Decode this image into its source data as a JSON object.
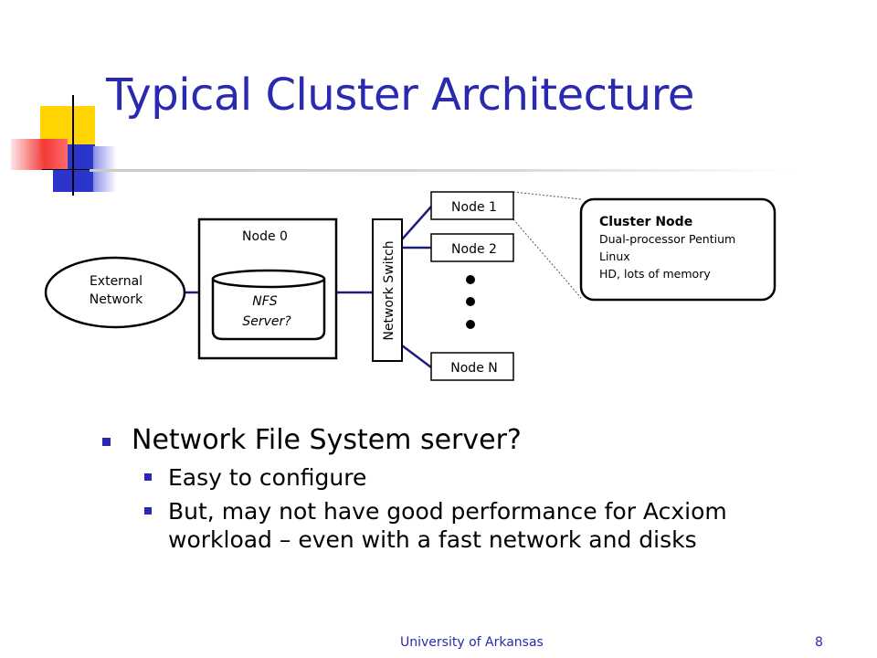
{
  "slide": {
    "title": "Typical Cluster Architecture",
    "page_number": "8",
    "footer": "University of Arkansas"
  },
  "diagram": {
    "external_network_line1": "External",
    "external_network_line2": "Network",
    "node0_label": "Node 0",
    "nfs_line1": "NFS",
    "nfs_line2": "Server?",
    "switch_label": "Network Switch",
    "nodes": [
      "Node 1",
      "Node 2",
      "Node N"
    ],
    "callout": {
      "title": "Cluster Node",
      "lines": [
        "Dual-processor Pentium",
        "Linux",
        "HD, lots of memory"
      ]
    }
  },
  "bullets": [
    {
      "level": 1,
      "text": "Network File System server?"
    },
    {
      "level": 2,
      "text": "Easy to configure"
    },
    {
      "level": 2,
      "text": "But, may not have good performance for Acxiom workload – even with a fast network and disks"
    }
  ],
  "colors": {
    "title": "#2a2ab0",
    "connector": "#1b1f7a",
    "accent_yellow": "#ffd400",
    "accent_blue": "#2b35c9",
    "accent_red": "#f23a3a"
  }
}
